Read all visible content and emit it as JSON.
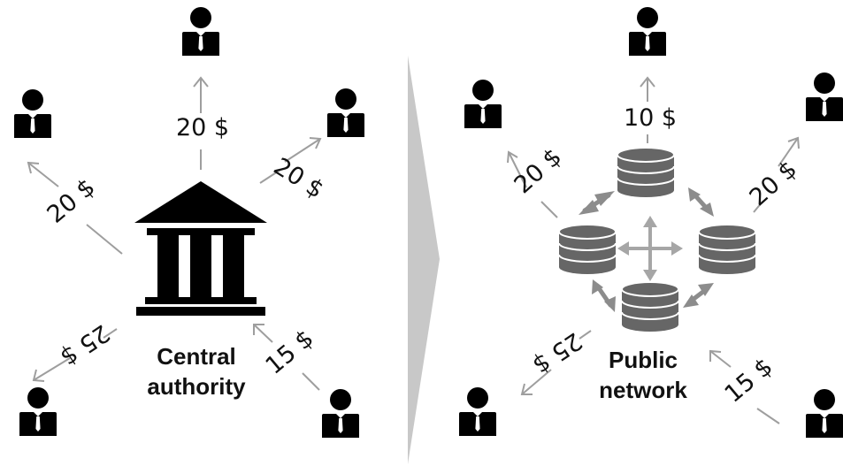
{
  "colors": {
    "person": "#000000",
    "building": "#000000",
    "arrow": "#9e9e9e",
    "db_body": "#666666",
    "db_line": "#ffffff",
    "divider": "#c8c8c8"
  },
  "icons": {
    "person": "person-icon",
    "authority": "bank-building-icon",
    "node": "database-icon",
    "network": "four-way-arrow-icon"
  },
  "left": {
    "center_line1": "Central",
    "center_line2": "authority",
    "amounts": {
      "top": "20 $",
      "top_right": "20 $",
      "top_left": "20 $",
      "bottom_left": "25 $",
      "bottom_right": "15 $"
    }
  },
  "right": {
    "center_line1": "Public",
    "center_line2": "network",
    "amounts": {
      "top": "10 $",
      "top_right": "20 $",
      "top_left": "20 $",
      "bottom_left": "25 $",
      "bottom_right": "15 $"
    }
  }
}
